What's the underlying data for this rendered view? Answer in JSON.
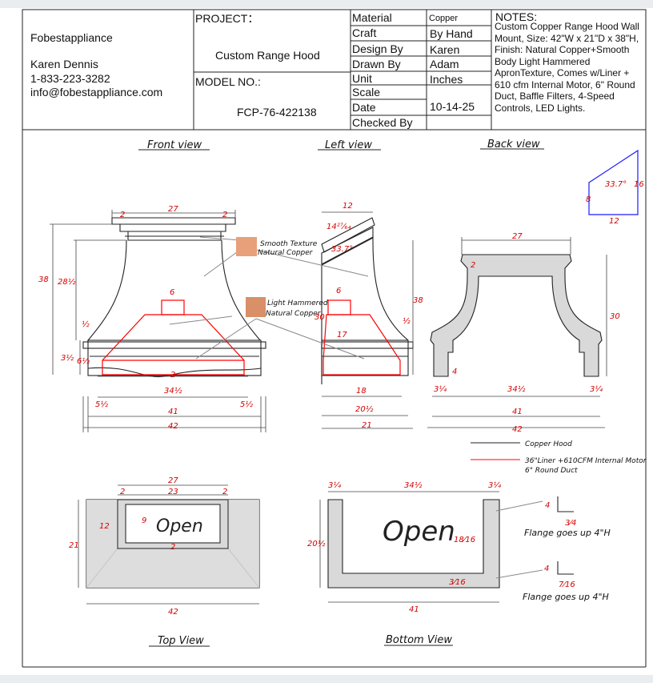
{
  "title_block": {
    "company": "Fobestappliance",
    "contact_name": "Karen Dennis",
    "phone": "1-833-223-3282",
    "email": "info@fobestappliance.com",
    "project_label": "PROJECT：",
    "project_value": "Custom Range Hood",
    "model_label": "MODEL NO.:",
    "model_value": "FCP-76-422138",
    "fields": [
      {
        "label": "Material",
        "value": "Copper"
      },
      {
        "label": "Craft",
        "value": "By Hand"
      },
      {
        "label": "Design By",
        "value": "Karen"
      },
      {
        "label": "Drawn By",
        "value": "Adam"
      },
      {
        "label": "Unit",
        "value": "Inches"
      },
      {
        "label": "Scale",
        "value": ""
      },
      {
        "label": "Date",
        "value": "10-14-25"
      },
      {
        "label": "Checked By",
        "value": ""
      }
    ],
    "notes_label": "NOTES:",
    "notes_text": "Custom Copper Range Hood Wall Mount, Size: 42\"W x 21\"D x 38\"H, Finish: Natural Copper+Smooth Body Light Hammered ApronTexture, Comes w/Liner + 610 cfm Internal Motor, 6\" Round Duct, Baffle Filters, 4-Speed Controls, LED Lights."
  },
  "views": {
    "front": "Front view",
    "left": "Left view",
    "back": "Back view",
    "top": "Top View",
    "bottom": "Bottom View"
  },
  "callouts": {
    "smooth_line1": "Smooth Texture",
    "smooth_line2": "Natural Copper",
    "hammered_line1": "Light Hammered",
    "hammered_line2": "Natural Copper"
  },
  "legend": {
    "copper_hood": "Copper Hood",
    "liner_line1": "36\"Liner +610CFM Internal Motor",
    "liner_line2": "6\" Round Duct"
  },
  "flange_note": "Flange goes up 4\"H",
  "open_text": "Open",
  "colors": {
    "dimension": "#d40000",
    "liner": "#ff0000",
    "outline": "#222222",
    "accent_blue": "#1a1aff",
    "copper": "#e8a07a",
    "fill_gray": "#d9d9d9"
  },
  "dimensions": {
    "front": {
      "top_w": "27",
      "cap_l": "2",
      "cap_r": "2",
      "h_total": "38",
      "h_body": "28½",
      "duct": "6",
      "apron_a": "½",
      "apron_b": "3½",
      "apron_c": "6½",
      "arch": "2",
      "inner_w": "34½",
      "feet_l": "5½",
      "feet_r": "5½",
      "w41": "41",
      "w42": "42"
    },
    "left": {
      "top": "12",
      "slope": "14²⁷⁄₆₄",
      "angle": "33.7°",
      "duct": "6",
      "h30": "30",
      "h17": "17",
      "h38": "38",
      "half": "½",
      "d18": "18",
      "d20": "20½",
      "d21": "21"
    },
    "back": {
      "top_w": "27",
      "cap": "2",
      "h30": "30",
      "h4": "4",
      "inner": "34½",
      "side_l": "3¼",
      "side_r": "3¼",
      "w41": "41",
      "w42": "42"
    },
    "triangle": {
      "angle": "33.7°",
      "h8": "8",
      "h16": "16",
      "w12": "12"
    },
    "top": {
      "w27": "27",
      "w23": "23",
      "c2a": "2",
      "c2b": "2",
      "h12": "12",
      "h9": "9",
      "b2": "2",
      "h21": "21",
      "w42": "42"
    },
    "bottom": {
      "l34": "3¼",
      "w34": "34½",
      "r34": "3¼",
      "h20": "20½",
      "t18": "18⁄16",
      "b3": "3⁄16",
      "w41": "41"
    },
    "flange": {
      "f4a": "4",
      "f34": "3⁄4",
      "f4b": "4",
      "f716": "7⁄16"
    }
  }
}
